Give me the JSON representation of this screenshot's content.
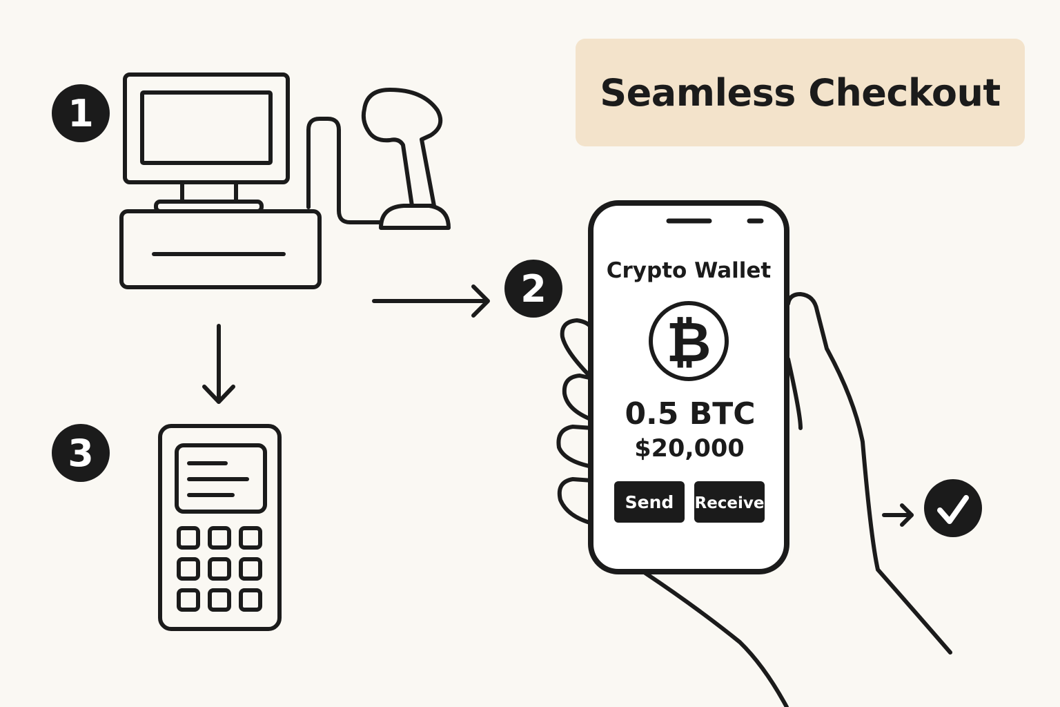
{
  "title": "Seamless Checkout",
  "steps": [
    {
      "number": "1"
    },
    {
      "number": "2"
    },
    {
      "number": "3"
    }
  ],
  "wallet": {
    "title": "Crypto Wallet",
    "coin_symbol": "₿",
    "amount_crypto": "0.5 BTC",
    "amount_fiat": "$20,000",
    "send_label": "Send",
    "receive_label": "Receive"
  },
  "icons": {
    "pos_terminal": "computer-monitor-icon",
    "scanner": "barcode-scanner-icon",
    "card_reader": "payment-terminal-icon",
    "phone": "smartphone-icon",
    "hand": "hand-icon",
    "bitcoin": "bitcoin-icon",
    "success": "checkmark-icon"
  },
  "colors": {
    "background": "#faf8f3",
    "title_card": "#f3e3cb",
    "ink": "#1b1b1b"
  }
}
